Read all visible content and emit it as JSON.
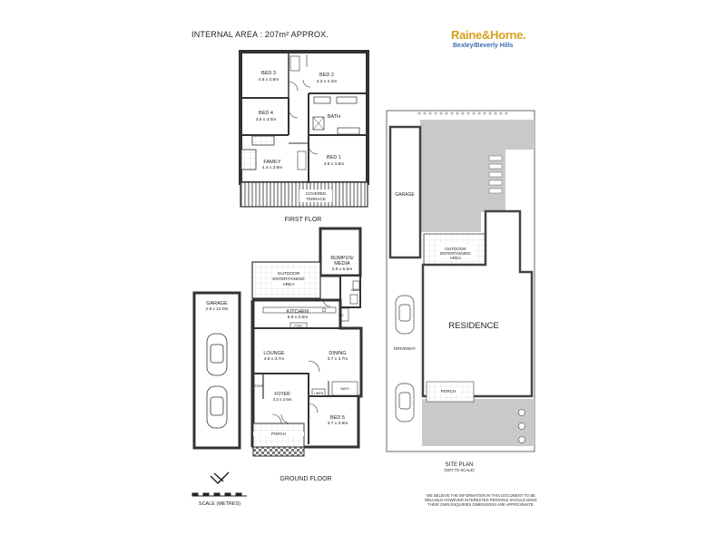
{
  "header": {
    "area_text": "INTERNAL AREA : 207m² APPROX."
  },
  "brand": {
    "name": "Raine&Horne.",
    "office": "Bexley/Beverly Hills",
    "color": "#d6a21e",
    "office_color": "#3a6fb0"
  },
  "first_floor": {
    "title": "FIRST FLOR",
    "rooms": [
      {
        "name": "BED 3",
        "dims": "4.8 x 3.8m"
      },
      {
        "name": "BED 2",
        "dims": "4.3 x 4.2m"
      },
      {
        "name": "BED 4",
        "dims": "3.6 x 3.0m"
      },
      {
        "name": "BATH",
        "dims": ""
      },
      {
        "name": "FAMILY",
        "dims": "4.4 x 3.8m"
      },
      {
        "name": "BED 1",
        "dims": "4.6 x 3.8m"
      }
    ],
    "covered_terrace": [
      "COVERED",
      "TERRACE"
    ]
  },
  "ground_floor": {
    "title": "GROUND FLOOR",
    "rooms": [
      {
        "name": "RUMPUS/",
        "dims": ""
      },
      {
        "name": "MEDIA",
        "dims": "2.9 x 5.5m"
      },
      {
        "name": "OUTDOOR",
        "dims": ""
      },
      {
        "name": "ENTERTAINING",
        "dims": ""
      },
      {
        "name": "AREA",
        "dims": ""
      },
      {
        "name": "KITCHEN",
        "dims": "6.9 x 2.6m"
      },
      {
        "name": "LOUNGE",
        "dims": "4.8 x 3.7m"
      },
      {
        "name": "DINING",
        "dims": "3.7 x 3.7m"
      },
      {
        "name": "FOYER",
        "dims": "3.3 x 3.6m"
      },
      {
        "name": "BED 5",
        "dims": "3.7 x 3.9m"
      },
      {
        "name": "GARAGE",
        "dims": "2.9 x 12.0m"
      }
    ],
    "small_labels": [
      "PORCH",
      "LDRY",
      "BATH",
      "LINEN",
      "PTRY",
      "STORE",
      "WC"
    ]
  },
  "site_plan": {
    "title": "SITE PLAN",
    "subtitle": "(NOT TO SCALE)",
    "labels": {
      "garage": "GARAGE",
      "outdoor1": "OUTDOOR",
      "outdoor2": "ENTERTAINING",
      "outdoor3": "AREA",
      "residence": "RESIDENCE",
      "driveway": "DRIVEWAY",
      "porch": "PORCH"
    }
  },
  "scale": {
    "label": "SCALE (METRES)"
  },
  "disclaimer": "WE BELIEVE THE INFORMATION IN THIS DOCUMENT TO BE RELIABLE HOWEVER INTERESTED PERSONS SHOULD MAKE THEIR OWN ENQUIRIES.DIMENSIONS ARE APPROXIMATE."
}
